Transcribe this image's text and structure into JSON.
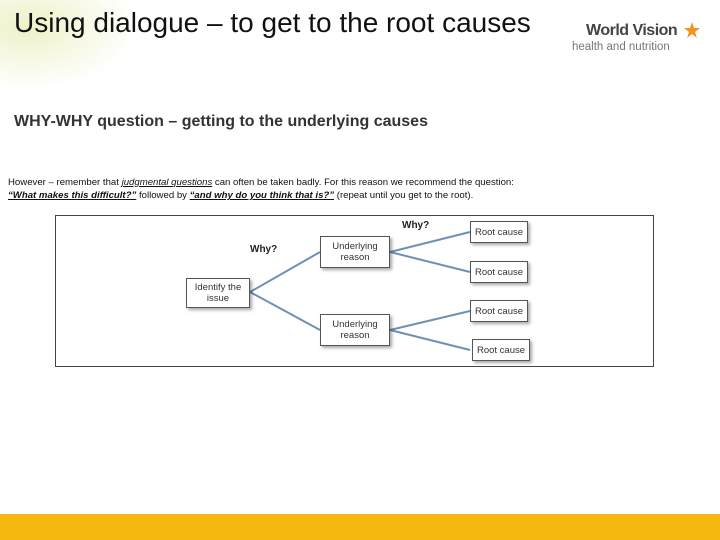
{
  "slide": {
    "title": "Using dialogue – to get to the root causes",
    "subtitle": "WHY-WHY question – getting to the underlying causes",
    "logo": {
      "main": "World Vision",
      "sub": "health and nutrition",
      "mark_color": "#f5921e"
    },
    "paragraph": {
      "p1": "However – remember that ",
      "p2": "judgmental questions",
      "p3": " can often be taken badly. For this reason we recommend the question: ",
      "p4": "“What makes this difficult?”",
      "p5": " followed by ",
      "p6": "“and why do you think that is?”",
      "p7": " (repeat until you get to the root)."
    },
    "diagram": {
      "why_labels": [
        "Why?",
        "Why?"
      ],
      "issue": "Identify the issue",
      "underlying": [
        "Underlying reason",
        "Underlying reason"
      ],
      "root_causes": [
        "Root cause",
        "Root cause",
        "Root cause",
        "Root cause"
      ]
    },
    "colors": {
      "footer": "#f5b80f",
      "title_glow": "#eef1c8",
      "connector": "#6f8fb5"
    }
  }
}
